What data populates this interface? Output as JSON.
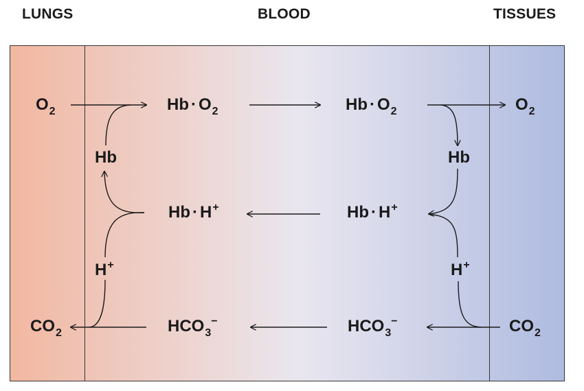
{
  "headers": {
    "lungs": "LUNGS",
    "blood": "BLOOD",
    "tissues": "TISSUES"
  },
  "species": {
    "o2": "O",
    "o2_sub": "2",
    "hb": "Hb",
    "hbo2_main": "Hb",
    "hbo2_dot": "·",
    "hbo2_o": "O",
    "hbo2_sub": "2",
    "hbh_main": "Hb",
    "hbh_dot": "·",
    "hbh_h": "H",
    "hbh_sup": "+",
    "h": "H",
    "h_sup": "+",
    "co2": "CO",
    "co2_sub": "2",
    "hco3": "HCO",
    "hco3_sub": "3",
    "hco3_sup": "−"
  },
  "colors": {
    "lungs": "#f2b8a0",
    "blood": "#e9e6ef",
    "tissues": "#aebbe0",
    "ink": "#1a1a1a"
  }
}
